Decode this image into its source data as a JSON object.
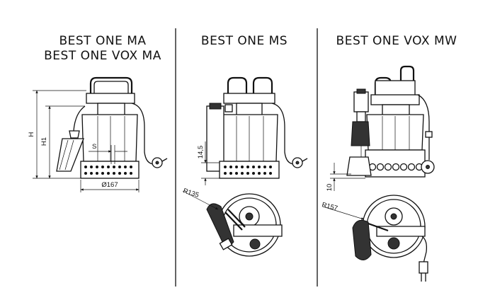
{
  "panels": [
    {
      "title_lines": [
        "BEST ONE MA",
        "BEST ONE VOX MA"
      ]
    },
    {
      "title_lines": [
        "BEST ONE MS"
      ]
    },
    {
      "title_lines": [
        "BEST ONE VOX MW"
      ]
    }
  ],
  "dimensions": {
    "height": "H",
    "height_1": "H1",
    "strainer_gap": "S",
    "diameter": "Ø167",
    "float_height": "14,5",
    "float_radius": "R135",
    "level": "10",
    "float_radius_vox": "R157"
  }
}
